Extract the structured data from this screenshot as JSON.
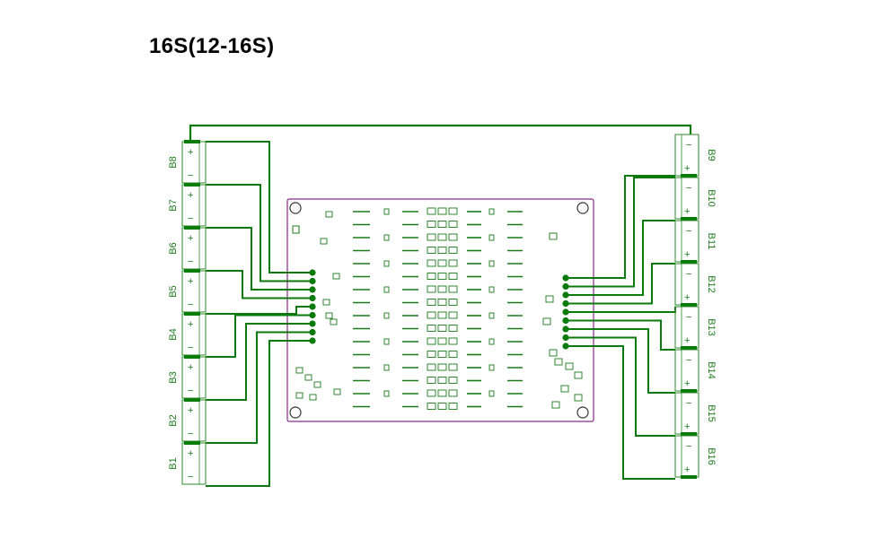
{
  "title": "16S(12-16S)",
  "colors": {
    "trace": "#0a7a0a",
    "connector_outline": "#2a8a2a",
    "board_outline": "#8b2a8b",
    "component": "#1a7a1a"
  },
  "connectors_left": [
    {
      "label": "B8",
      "sign_top": "+",
      "sign_bottom": "−"
    },
    {
      "label": "B7",
      "sign_top": "+",
      "sign_bottom": "−"
    },
    {
      "label": "B6",
      "sign_top": "+",
      "sign_bottom": "−"
    },
    {
      "label": "B5",
      "sign_top": "+",
      "sign_bottom": "−"
    },
    {
      "label": "B4",
      "sign_top": "+",
      "sign_bottom": "−"
    },
    {
      "label": "B3",
      "sign_top": "+",
      "sign_bottom": "−"
    },
    {
      "label": "B2",
      "sign_top": "+",
      "sign_bottom": "−"
    },
    {
      "label": "B1",
      "sign_top": "+",
      "sign_bottom": "−"
    }
  ],
  "connectors_right": [
    {
      "label": "B9",
      "sign_top": "−",
      "sign_bottom": "+"
    },
    {
      "label": "B10",
      "sign_top": "−",
      "sign_bottom": "+"
    },
    {
      "label": "B11",
      "sign_top": "−",
      "sign_bottom": "+"
    },
    {
      "label": "B12",
      "sign_top": "−",
      "sign_bottom": "+"
    },
    {
      "label": "B13",
      "sign_top": "−",
      "sign_bottom": "+"
    },
    {
      "label": "B14",
      "sign_top": "−",
      "sign_bottom": "+"
    },
    {
      "label": "B15",
      "sign_top": "−",
      "sign_bottom": "+"
    },
    {
      "label": "B16",
      "sign_top": "−",
      "sign_bottom": "+"
    }
  ]
}
